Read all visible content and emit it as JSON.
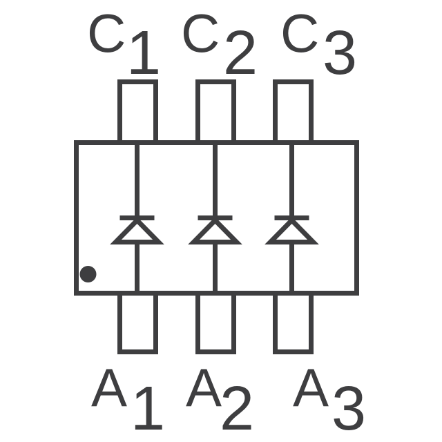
{
  "colors": {
    "ink": "#3e3e40",
    "background": "#ffffff"
  },
  "labels": {
    "top": [
      {
        "letter": "C",
        "sub": "1"
      },
      {
        "letter": "C",
        "sub": "2"
      },
      {
        "letter": "C",
        "sub": "3"
      }
    ],
    "bottom": [
      {
        "letter": "A",
        "sub": "1"
      },
      {
        "letter": "A",
        "sub": "2"
      },
      {
        "letter": "A",
        "sub": "3"
      }
    ]
  },
  "structure": {
    "diode_count": 3,
    "top_pins": 3,
    "bottom_pins": 3,
    "pin1_marker": "dot-bottom-left",
    "diode_orientation": "anode-bottom-cathode-top"
  }
}
